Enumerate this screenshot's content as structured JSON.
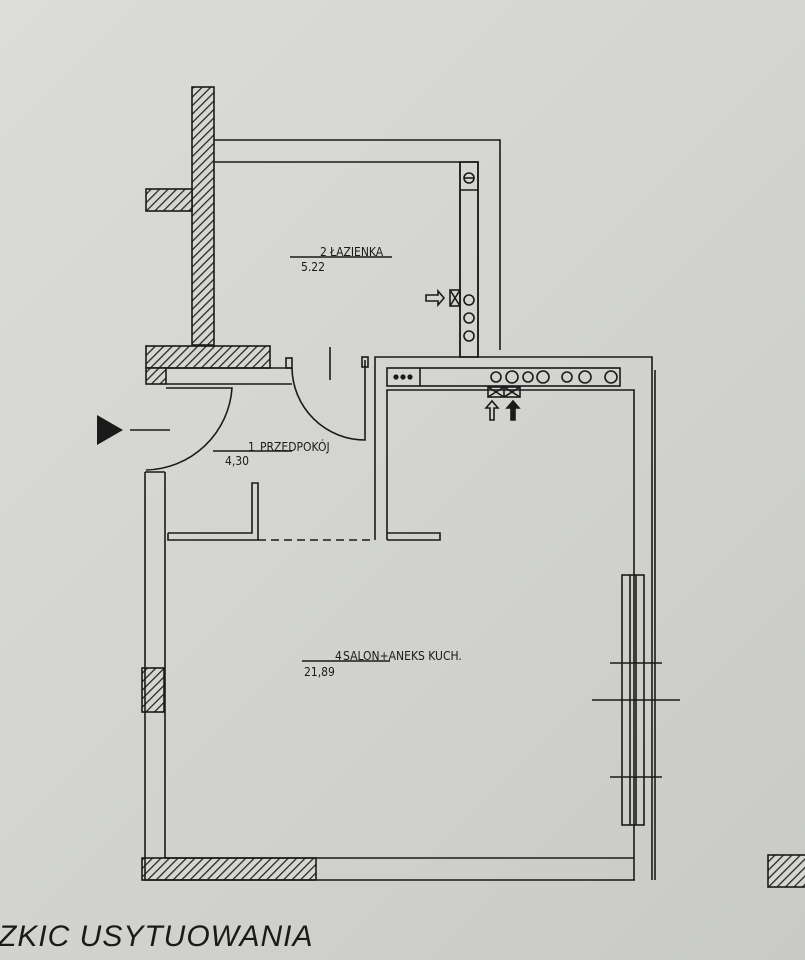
{
  "rooms": [
    {
      "number": "1",
      "name": "PRZEDPOKÓJ",
      "area": "4,30"
    },
    {
      "number": "2",
      "name": "ŁAZIENKA",
      "area": "5.22"
    },
    {
      "number": "4",
      "name": "SALON+ANEKS KUCH.",
      "area": "21,89"
    }
  ],
  "footer": {
    "title": "ZKIC USYTUOWANIA"
  },
  "colors": {
    "ink": "#1a1a1a",
    "paper": "#d6d6d2"
  }
}
